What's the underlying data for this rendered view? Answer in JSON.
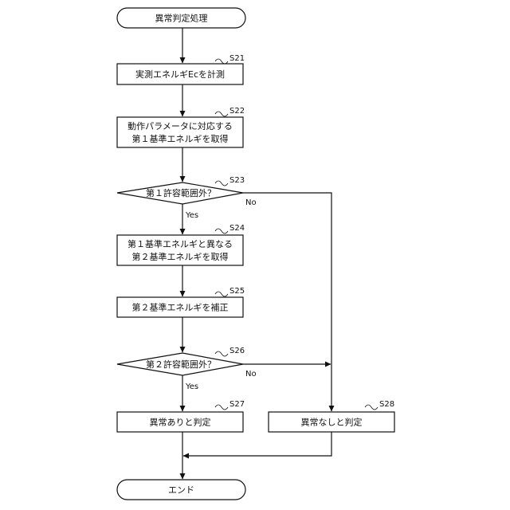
{
  "flowchart": {
    "start": "異常判定処理",
    "s21": {
      "step": "S21",
      "lines": [
        "実測エネルギEcを計測"
      ]
    },
    "s22": {
      "step": "S22",
      "lines": [
        "動作パラメータに対応する",
        "第１基準エネルギを取得"
      ]
    },
    "s23": {
      "step": "S23",
      "lines": [
        "第１許容範囲外？"
      ],
      "yes": "Yes",
      "no": "No"
    },
    "s24": {
      "step": "S24",
      "lines": [
        "第１基準エネルギと異なる",
        "第２基準エネルギを取得"
      ]
    },
    "s25": {
      "step": "S25",
      "lines": [
        "第２基準エネルギを補正"
      ]
    },
    "s26": {
      "step": "S26",
      "lines": [
        "第２許容範囲外？"
      ],
      "yes": "Yes",
      "no": "No"
    },
    "s27": {
      "step": "S27",
      "lines": [
        "異常ありと判定"
      ]
    },
    "s28": {
      "step": "S28",
      "lines": [
        "異常なしと判定"
      ]
    },
    "end": "エンド"
  }
}
